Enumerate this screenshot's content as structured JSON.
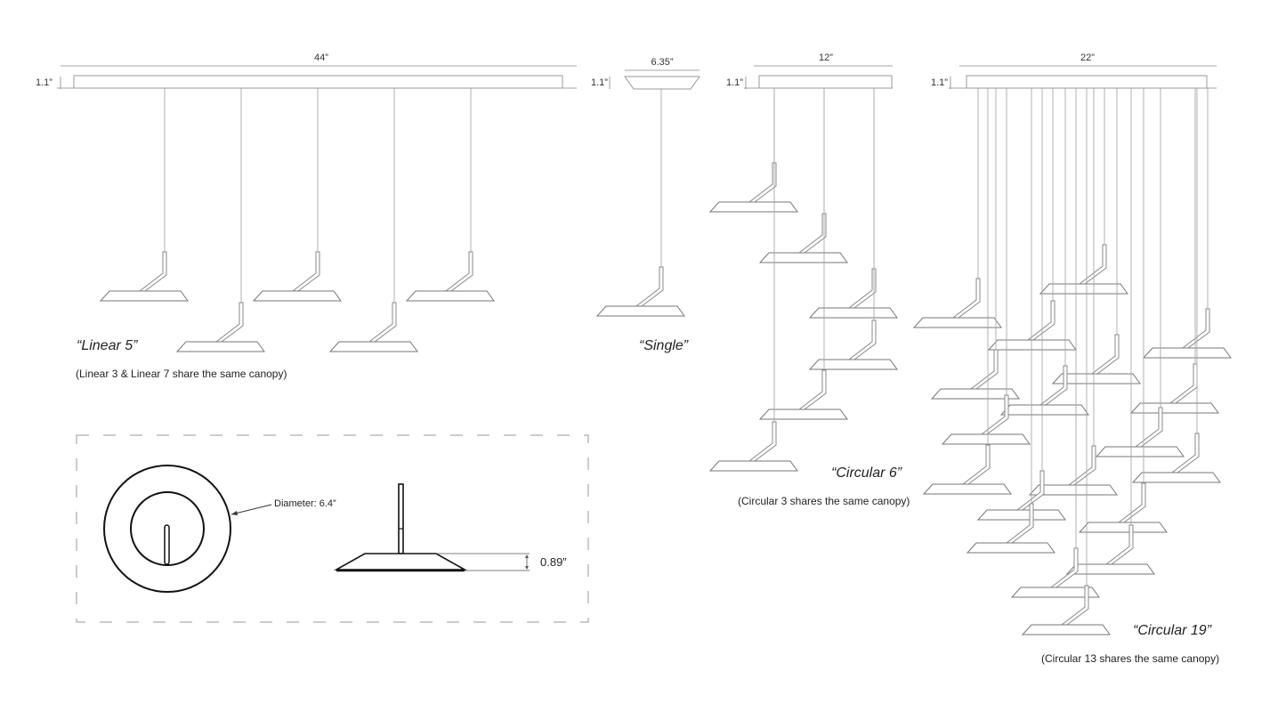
{
  "dimensions": {
    "linear_width": "44”",
    "single_width": "6.35”",
    "circular6_width": "12”",
    "circular19_width": "22”",
    "canopy_height": "1.1”"
  },
  "labels": {
    "linear5": "“Linear 5”",
    "single": "“Single”",
    "circular6": "“Circular 6”",
    "circular19": "“Circular 19”"
  },
  "notes": {
    "linear": "(Linear 3 & Linear 7 share the same canopy)",
    "circular6": "(Circular 3 shares the same canopy)",
    "circular19": "(Circular 13 shares the same canopy)"
  },
  "detail": {
    "diameter": "Diameter: 6.4”",
    "shade_height": "0.89”"
  }
}
